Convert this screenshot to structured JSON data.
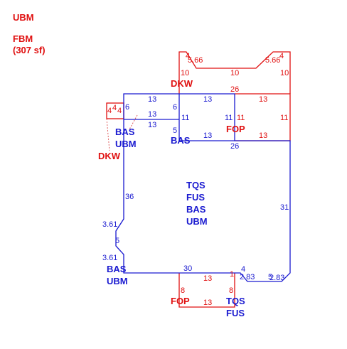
{
  "legend": {
    "line1": "UBM",
    "line2": "FBM",
    "line3": "(307 sf)"
  },
  "colors": {
    "red": "#e01010",
    "blue": "#1a1ad0",
    "dash": "#e06060"
  },
  "area_labels": [
    {
      "id": "main",
      "color": "blue",
      "lines": [
        "TQS",
        "FUS",
        "BAS",
        "UBM"
      ]
    },
    {
      "id": "left-top",
      "color": "blue",
      "lines": [
        "BAS",
        "UBM"
      ]
    },
    {
      "id": "left-bottom",
      "color": "blue",
      "lines": [
        "BAS",
        "UBM"
      ]
    },
    {
      "id": "center-bas",
      "color": "blue",
      "lines": [
        "BAS"
      ]
    },
    {
      "id": "bottom-right",
      "color": "blue",
      "lines": [
        "TQS",
        "FUS"
      ]
    },
    {
      "id": "dkw-top",
      "color": "red",
      "lines": [
        "DKW"
      ]
    },
    {
      "id": "dkw-left",
      "color": "red",
      "lines": [
        "DKW"
      ]
    },
    {
      "id": "fop-right",
      "color": "red",
      "lines": [
        "FOP"
      ]
    },
    {
      "id": "fop-bottom",
      "color": "red",
      "lines": [
        "FOP"
      ]
    }
  ],
  "dimensions": {
    "red": [
      "4",
      "5.66",
      "4",
      "5.66",
      "10",
      "10",
      "10",
      "26",
      "13",
      "11",
      "11",
      "13",
      "4",
      "4",
      "4",
      "13",
      "8",
      "8",
      "13",
      "1"
    ],
    "blue": [
      "13",
      "13",
      "6",
      "13",
      "13",
      "6",
      "11",
      "11",
      "5",
      "13",
      "26",
      "36",
      "31",
      "3.61",
      "5",
      "3.61",
      "30",
      "4",
      "2.83",
      "5",
      "2.83"
    ]
  }
}
